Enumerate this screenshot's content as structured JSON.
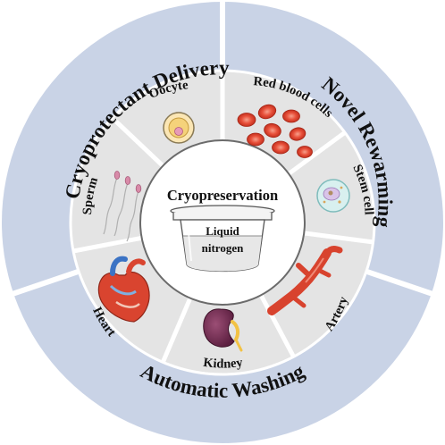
{
  "outer_ring": {
    "labels": {
      "top_left": "Cryoprotectant Delivery",
      "top_right": "Novel Rewarming",
      "bottom": "Automatic Washing"
    }
  },
  "inner_ring": {
    "items": [
      {
        "id": "oocyte",
        "label": "Oocyte"
      },
      {
        "id": "red-blood-cells",
        "label": "Red blood cells"
      },
      {
        "id": "stem-cell",
        "label": "Stem cell"
      },
      {
        "id": "artery",
        "label": "Artery"
      },
      {
        "id": "kidney",
        "label": "Kidney"
      },
      {
        "id": "heart",
        "label": "Heart"
      },
      {
        "id": "sperm",
        "label": "Sperm"
      }
    ]
  },
  "center": {
    "title": "Cryopreservation",
    "container_label_line1": "Liquid",
    "container_label_line2": "nitrogen"
  },
  "colors": {
    "outer_ring": "#c9d3e6",
    "inner_ring": "#e4e4e4",
    "center": "#ffffff",
    "divider": "#ffffff",
    "text": "#111111"
  }
}
